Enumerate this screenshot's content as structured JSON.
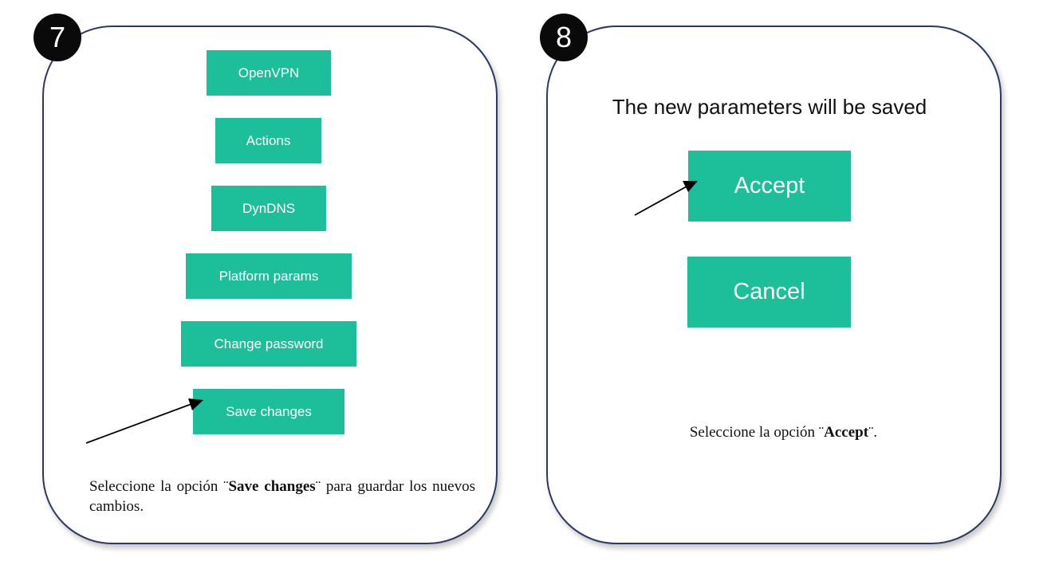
{
  "step7": {
    "badge": "7",
    "menu_buttons": [
      "OpenVPN",
      "Actions",
      "DynDNS",
      "Platform params",
      "Change password",
      "Save changes"
    ],
    "caption": {
      "prefix": "Seleccione la opción ¨",
      "bold": "Save changes",
      "suffix": "¨ para guardar los nuevos cambios."
    }
  },
  "step8": {
    "badge": "8",
    "message": "The new parameters will be saved",
    "accept_label": "Accept",
    "cancel_label": "Cancel",
    "caption": {
      "prefix": "Seleccione la opción ¨",
      "bold": "Accept",
      "suffix": "¨."
    }
  },
  "colors": {
    "button": "#1dbe9a",
    "panel_border": "#2b3a63",
    "badge": "#0a0a0a"
  }
}
